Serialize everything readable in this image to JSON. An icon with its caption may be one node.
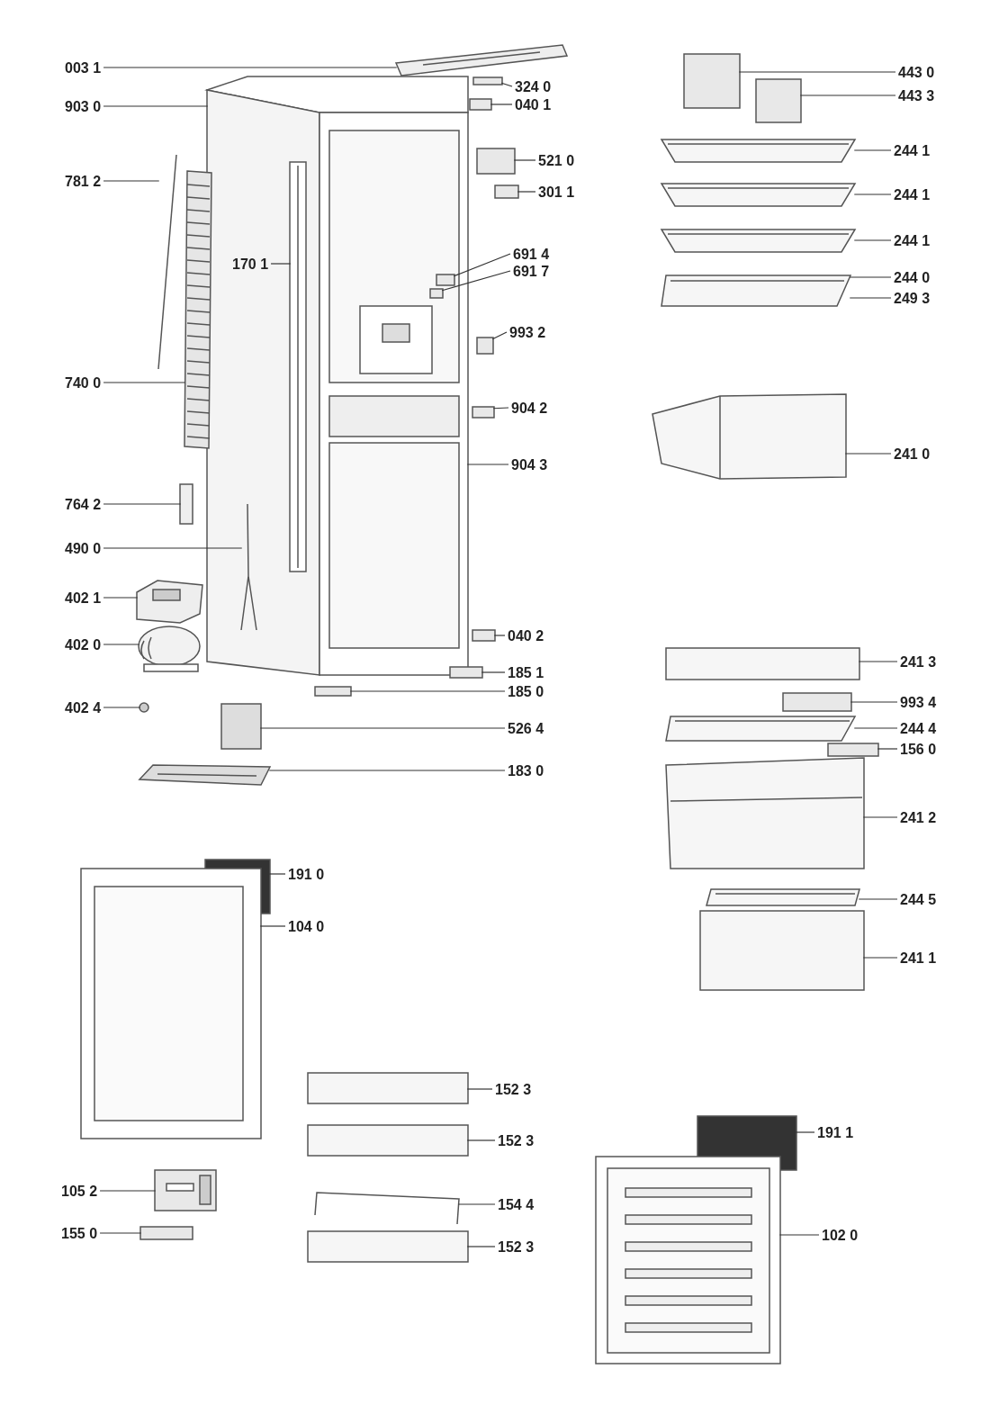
{
  "diagram": {
    "nodes": [
      {
        "text": [
          "003 1"
        ]
      },
      {
        "text": [
          "903 0"
        ]
      },
      {
        "text": [
          "781 2"
        ]
      },
      {
        "text": [
          "170 1"
        ]
      },
      {
        "text": [
          "740 0"
        ]
      },
      {
        "text": [
          "764 2"
        ]
      },
      {
        "text": [
          "490 0"
        ]
      },
      {
        "text": [
          "402 1"
        ]
      },
      {
        "text": [
          "402 0"
        ]
      },
      {
        "text": [
          "402 4"
        ]
      },
      {
        "text": [
          "324 0"
        ]
      },
      {
        "text": [
          "040 1"
        ]
      },
      {
        "text": [
          "521 0"
        ]
      },
      {
        "text": [
          "301 1"
        ]
      },
      {
        "text": [
          "691 4"
        ]
      },
      {
        "text": [
          "691 7"
        ]
      },
      {
        "text": [
          "993 2"
        ]
      },
      {
        "text": [
          "904 2"
        ]
      },
      {
        "text": [
          "904 3"
        ]
      },
      {
        "text": [
          "040 2"
        ]
      },
      {
        "text": [
          "185 1"
        ]
      },
      {
        "text": [
          "185 0"
        ]
      },
      {
        "text": [
          "526 4"
        ]
      },
      {
        "text": [
          "183 0"
        ]
      },
      {
        "text": [
          "443 0"
        ]
      },
      {
        "text": [
          "443 3"
        ]
      },
      {
        "text": [
          "244 1"
        ]
      },
      {
        "text": [
          "244 1"
        ]
      },
      {
        "text": [
          "244 1"
        ]
      },
      {
        "text": [
          "244 0"
        ]
      },
      {
        "text": [
          "249 3"
        ]
      },
      {
        "text": [
          "241 0"
        ]
      },
      {
        "text": [
          "241 3"
        ]
      },
      {
        "text": [
          "993 4"
        ]
      },
      {
        "text": [
          "244 4"
        ]
      },
      {
        "text": [
          "156 0"
        ]
      },
      {
        "text": [
          "241 2"
        ]
      },
      {
        "text": [
          "244 5"
        ]
      },
      {
        "text": [
          "241 1"
        ]
      },
      {
        "text": [
          "191 0"
        ]
      },
      {
        "text": [
          "104 0"
        ]
      },
      {
        "text": [
          "105 2"
        ]
      },
      {
        "text": [
          "155 0"
        ]
      },
      {
        "text": [
          "152 3"
        ]
      },
      {
        "text": [
          "152 3"
        ]
      },
      {
        "text": [
          "154 4"
        ]
      },
      {
        "text": [
          "152 3"
        ]
      },
      {
        "text": [
          "191 1"
        ]
      },
      {
        "text": [
          "102 0"
        ]
      },
      {
        "text": [],
        "shape": "picture"
      },
      {
        "text": [],
        "shape": "picture"
      },
      {
        "text": [],
        "shape": "picture"
      },
      {
        "text": [],
        "shape": "bar"
      },
      {
        "text": [],
        "shape": "picture"
      },
      {
        "text": [],
        "shape": "box"
      },
      {
        "text": [],
        "shape": "picture"
      },
      {
        "text": [],
        "shape": "picture"
      },
      {
        "text": [],
        "shape": "picture"
      },
      {
        "text": [],
        "shape": "circle"
      },
      {
        "text": [],
        "shape": "box"
      },
      {
        "text": [],
        "shape": "box"
      },
      {
        "text": [],
        "shape": "box"
      },
      {
        "text": [],
        "shape": "box"
      },
      {
        "text": [],
        "shape": "box",
        "in": 50
      },
      {
        "text": [],
        "shape": "box",
        "in": 50
      },
      {
        "text": [],
        "shape": "box"
      },
      {
        "text": [],
        "shape": "box"
      },
      {
        "text": [],
        "shape": "box"
      },
      {
        "text": [],
        "shape": "box"
      },
      {
        "text": [],
        "shape": "box"
      },
      {
        "text": [],
        "shape": "box"
      },
      {
        "text": [],
        "shape": "picture"
      },
      {
        "text": [],
        "shape": "box"
      },
      {
        "text": [],
        "shape": "box"
      },
      {
        "text": [],
        "shape": "picture"
      },
      {
        "text": [],
        "shape": "picture"
      },
      {
        "text": [],
        "shape": "picture"
      },
      {
        "text": [],
        "shape": "picture"
      },
      {
        "text": [],
        "shape": "picture"
      },
      {
        "text": [],
        "shape": "box"
      },
      {
        "text": [],
        "shape": "picture"
      },
      {
        "text": [],
        "shape": "picture"
      },
      {
        "text": [],
        "shape": "box"
      },
      {
        "text": [],
        "shape": "picture"
      },
      {
        "text": [],
        "shape": "picture"
      },
      {
        "text": [],
        "shape": "box"
      },
      {
        "text": [],
        "shape": "box"
      },
      {
        "text": [],
        "shape": "picture"
      },
      {
        "text": [],
        "shape": "picture"
      },
      {
        "text": [],
        "shape": "box"
      },
      {
        "text": [],
        "shape": "box"
      },
      {
        "text": [],
        "shape": "box"
      },
      {
        "text": [],
        "shape": "picture"
      },
      {
        "text": [],
        "shape": "box"
      },
      {
        "text": [],
        "shape": "box"
      },
      {
        "text": [],
        "shape": "picture"
      }
    ],
    "edges": [
      {
        "from": 0,
        "to": 49,
        "arrow": "none"
      },
      {
        "from": 1,
        "to": 50,
        "arrow": "none"
      },
      {
        "from": 2,
        "to": 51,
        "arrow": "none"
      },
      {
        "from": 3,
        "to": 52,
        "arrow": "none"
      },
      {
        "from": 4,
        "to": 53,
        "arrow": "none"
      },
      {
        "from": 5,
        "to": 54,
        "arrow": "none"
      },
      {
        "from": 6,
        "to": 55,
        "arrow": "none"
      },
      {
        "from": 7,
        "to": 56,
        "arrow": "none"
      },
      {
        "from": 8,
        "to": 57,
        "arrow": "none"
      },
      {
        "from": 9,
        "to": 58,
        "arrow": "none"
      },
      {
        "from": 10,
        "to": 59,
        "arrow": "none"
      },
      {
        "from": 11,
        "to": 60,
        "arrow": "none"
      },
      {
        "from": 12,
        "to": 61,
        "arrow": "none"
      },
      {
        "from": 13,
        "to": 62,
        "arrow": "none"
      },
      {
        "from": 14,
        "to": 63,
        "arrow": "none"
      },
      {
        "from": 15,
        "to": 64,
        "arrow": "none"
      },
      {
        "from": 16,
        "to": 65,
        "arrow": "none"
      },
      {
        "from": 17,
        "to": 66,
        "arrow": "none"
      },
      {
        "from": 18,
        "to": 50,
        "arrow": "none"
      },
      {
        "from": 19,
        "to": 67,
        "arrow": "none"
      },
      {
        "from": 20,
        "to": 68,
        "arrow": "none"
      },
      {
        "from": 21,
        "to": 69,
        "arrow": "none"
      },
      {
        "from": 22,
        "to": 70,
        "arrow": "none"
      },
      {
        "from": 23,
        "to": 71,
        "arrow": "none"
      },
      {
        "from": 24,
        "to": 72,
        "arrow": "none"
      },
      {
        "from": 25,
        "to": 73,
        "arrow": "none"
      },
      {
        "from": 26,
        "to": 74,
        "arrow": "none"
      },
      {
        "from": 27,
        "to": 75,
        "arrow": "none"
      },
      {
        "from": 28,
        "to": 76,
        "arrow": "none"
      },
      {
        "from": 29,
        "to": 77,
        "arrow": "none"
      },
      {
        "from": 30,
        "to": 77,
        "arrow": "none"
      },
      {
        "from": 31,
        "to": 78,
        "arrow": "none"
      },
      {
        "from": 32,
        "to": 79,
        "arrow": "none"
      },
      {
        "from": 33,
        "to": 80,
        "arrow": "none"
      },
      {
        "from": 34,
        "to": 81,
        "arrow": "none"
      },
      {
        "from": 35,
        "to": 82,
        "arrow": "none"
      },
      {
        "from": 36,
        "to": 83,
        "arrow": "none"
      },
      {
        "from": 37,
        "to": 84,
        "arrow": "none"
      },
      {
        "from": 38,
        "to": 85,
        "arrow": "none"
      },
      {
        "from": 39,
        "to": 86,
        "arrow": "none"
      },
      {
        "from": 40,
        "to": 87,
        "arrow": "none"
      },
      {
        "from": 41,
        "to": 88,
        "arrow": "none"
      },
      {
        "from": 42,
        "to": 89,
        "arrow": "none"
      },
      {
        "from": 43,
        "to": 90,
        "arrow": "none"
      },
      {
        "from": 44,
        "to": 91,
        "arrow": "none"
      },
      {
        "from": 45,
        "to": 92,
        "arrow": "none"
      },
      {
        "from": 46,
        "to": 93,
        "arrow": "none"
      },
      {
        "from": 47,
        "to": 94,
        "arrow": "none"
      },
      {
        "from": 48,
        "to": 95,
        "arrow": "none"
      }
    ]
  }
}
